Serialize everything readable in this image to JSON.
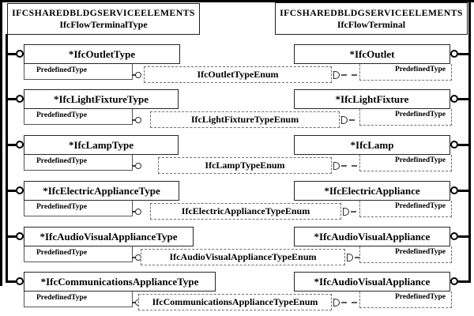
{
  "diagram": {
    "schema_header_left": {
      "schema_name": "IFCSHAREDBLDGSERVICEELEMENTS",
      "entity_name": "IfcFlowTerminalType"
    },
    "schema_header_right": {
      "schema_name": "IFCSHAREDBLDGSERVICEELEMENTS",
      "entity_name": "IfcFlowTerminal"
    },
    "attribute_label": "PredefinedType",
    "rows": [
      {
        "type_entity": "*IfcOutletType",
        "enum_type": "IfcOutletTypeEnum",
        "occurrence_entity": "*IfcOutlet"
      },
      {
        "type_entity": "*IfcLightFixtureType",
        "enum_type": "IfcLightFixtureTypeEnum",
        "occurrence_entity": "*IfcLightFixture"
      },
      {
        "type_entity": "*IfcLampType",
        "enum_type": "IfcLampTypeEnum",
        "occurrence_entity": "*IfcLamp"
      },
      {
        "type_entity": "*IfcElectricApplianceType",
        "enum_type": "IfcElectricApplianceTypeEnum",
        "occurrence_entity": "*IfcElectricAppliance"
      },
      {
        "type_entity": "*IfcAudioVisualApplianceType",
        "enum_type": "IfcAudioVisualApplianceTypeEnum",
        "occurrence_entity": "*IfcAudioVisualAppliance"
      },
      {
        "type_entity": "*IfcCommunicationsApplianceType",
        "enum_type": "IfcCommunicationsApplianceTypeEnum",
        "occurrence_entity": "*IfcAudioVisualAppliance"
      }
    ],
    "colors": {
      "background": "#ffffff",
      "line": "#000000",
      "box_border": "#262626",
      "dashed_line": "#6f6f6f",
      "text": "#000000"
    }
  }
}
